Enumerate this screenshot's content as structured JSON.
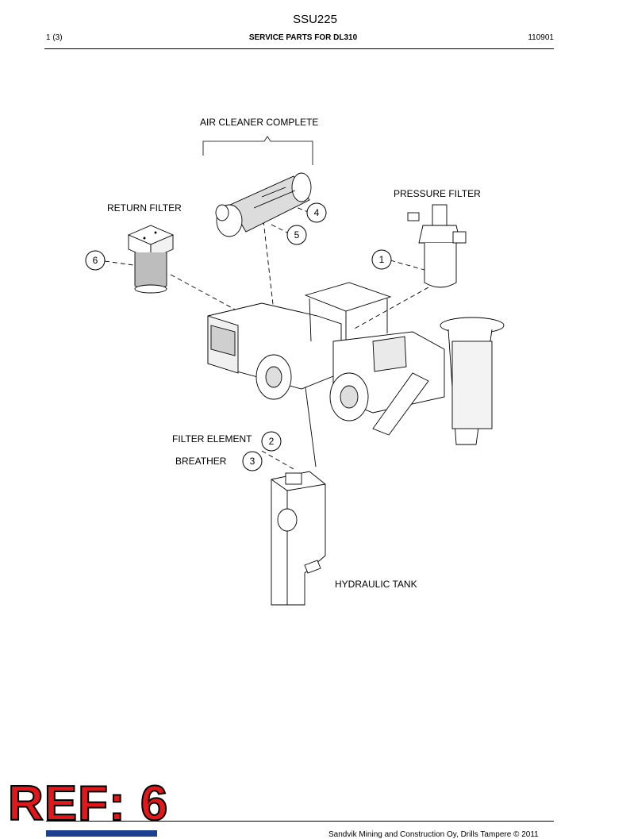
{
  "header": {
    "doc_code": "SSU225",
    "page": "1 (3)",
    "title": "SERVICE PARTS FOR DL310",
    "date": "110901"
  },
  "labels": {
    "air_cleaner": "AIR CLEANER COMPLETE",
    "pressure_filter": "PRESSURE FILTER",
    "return_filter": "RETURN FILTER",
    "filter_element": "FILTER ELEMENT",
    "breather": "BREATHER",
    "hydraulic_tank": "HYDRAULIC TANK"
  },
  "callouts": [
    "1",
    "2",
    "3",
    "4",
    "5",
    "6"
  ],
  "stamp": "REF: 6",
  "footer": "Sandvik Mining and Construction Oy, Drills Tampere © 2011",
  "colors": {
    "stamp": "#e0171b",
    "logo": "#1d3f8f"
  }
}
